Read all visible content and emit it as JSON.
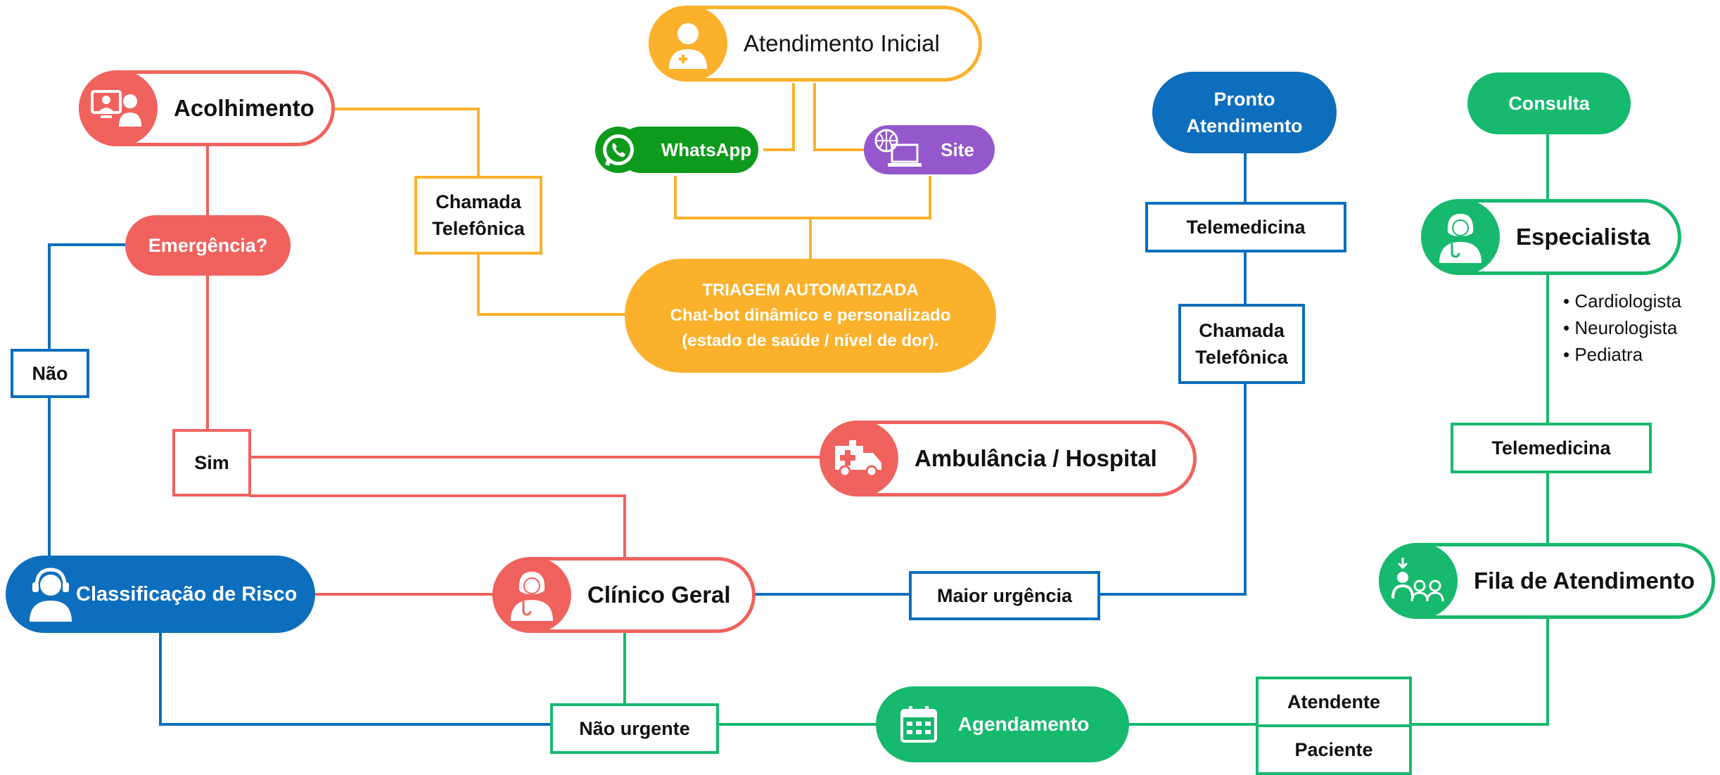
{
  "colors": {
    "red": "#F0625E",
    "orange": "#FBB12B",
    "blue": "#0D6EBD",
    "green": "#16B96E",
    "wa": "#0E9A1C",
    "site": "#9557CC"
  },
  "nodes": {
    "atendimento_inicial": "Atendimento Inicial",
    "acolhimento": "Acolhimento",
    "whatsapp": "WhatsApp",
    "site": "Site",
    "chamada_telefonica_left": [
      "Chamada",
      "Telefônica"
    ],
    "emergencia": "Emergência?",
    "triagem": [
      "TRIAGEM AUTOMATIZADA",
      "Chat-bot dinâmico e personalizado",
      "(estado de saúde / nível de dor)."
    ],
    "nao": "Não",
    "sim": "Sim",
    "ambulancia": "Ambulância / Hospital",
    "classificacao": "Classificação de Risco",
    "clinico": "Clínico Geral",
    "maior_urgencia": "Maior urgência",
    "nao_urgente": "Não urgente",
    "agendamento": "Agendamento",
    "atendente": "Atendente",
    "paciente": "Paciente",
    "pronto_atendimento": [
      "Pronto",
      "Atendimento"
    ],
    "telemedicina_blue": "Telemedicina",
    "chamada_telefonica_right": [
      "Chamada",
      "Telefônica"
    ],
    "consulta": "Consulta",
    "especialista": "Especialista",
    "especialidades": [
      "• Cardiologista",
      "• Neurologista",
      "• Pediatra"
    ],
    "telemedicina_green": "Telemedicina",
    "fila": "Fila de Atendimento"
  }
}
